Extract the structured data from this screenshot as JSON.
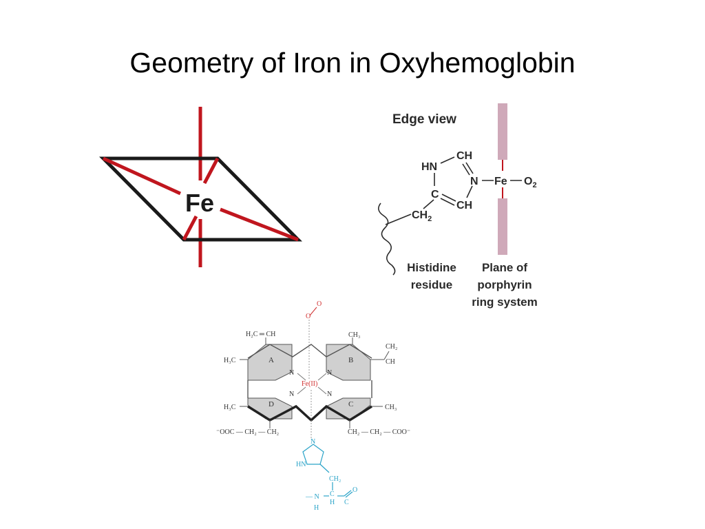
{
  "slide": {
    "title": "Geometry of Iron in Oxyhemoglobin"
  },
  "colors": {
    "bond_red": "#c0161e",
    "outline": "#1a1a1a",
    "plane": "#cfa9b9",
    "heme_red": "#d03030",
    "histidine_blue": "#2aa3c8",
    "heme_gray": "#b8b8b8"
  },
  "octahedral": {
    "center_label": "Fe"
  },
  "edge_view": {
    "heading": "Edge view",
    "hn": "HN",
    "ch_top": "CH",
    "n": "N",
    "fe": "Fe",
    "o2": "O",
    "o2_sub": "2",
    "c": "C",
    "ch_bottom": "CH",
    "ch2": "CH",
    "ch2_sub": "2",
    "histidine_line1": "Histidine",
    "histidine_line2": "residue",
    "plane_line1": "Plane of",
    "plane_line2": "porphyrin",
    "plane_line3": "ring system"
  },
  "heme": {
    "o_top": "O",
    "o_bottom": "O",
    "h2c_ch": "H₂C ═ CH",
    "ch3_top": "CH₃",
    "ch2_right": "CH₂",
    "ch_right": "CH",
    "h3c_left": "H₃C",
    "ring_a": "A",
    "ring_b": "B",
    "ring_c": "C",
    "ring_d": "D",
    "n1": "N",
    "n2": "N",
    "n3": "N",
    "n4": "N",
    "fe": "Fe(II)",
    "h3c_lower": "H₃C",
    "ch3_right": "CH₃",
    "left_chain": "⁻OOC — CH₂ — CH₂",
    "right_chain": "CH₂ — CH₂ — COO⁻",
    "his_n": "N",
    "his_hn": "HN",
    "his_ch2": "CH₂",
    "his_nh": "— N",
    "his_h1": "H",
    "his_c": "C",
    "his_h2": "H",
    "his_o": "O",
    "his_c2": "C"
  }
}
